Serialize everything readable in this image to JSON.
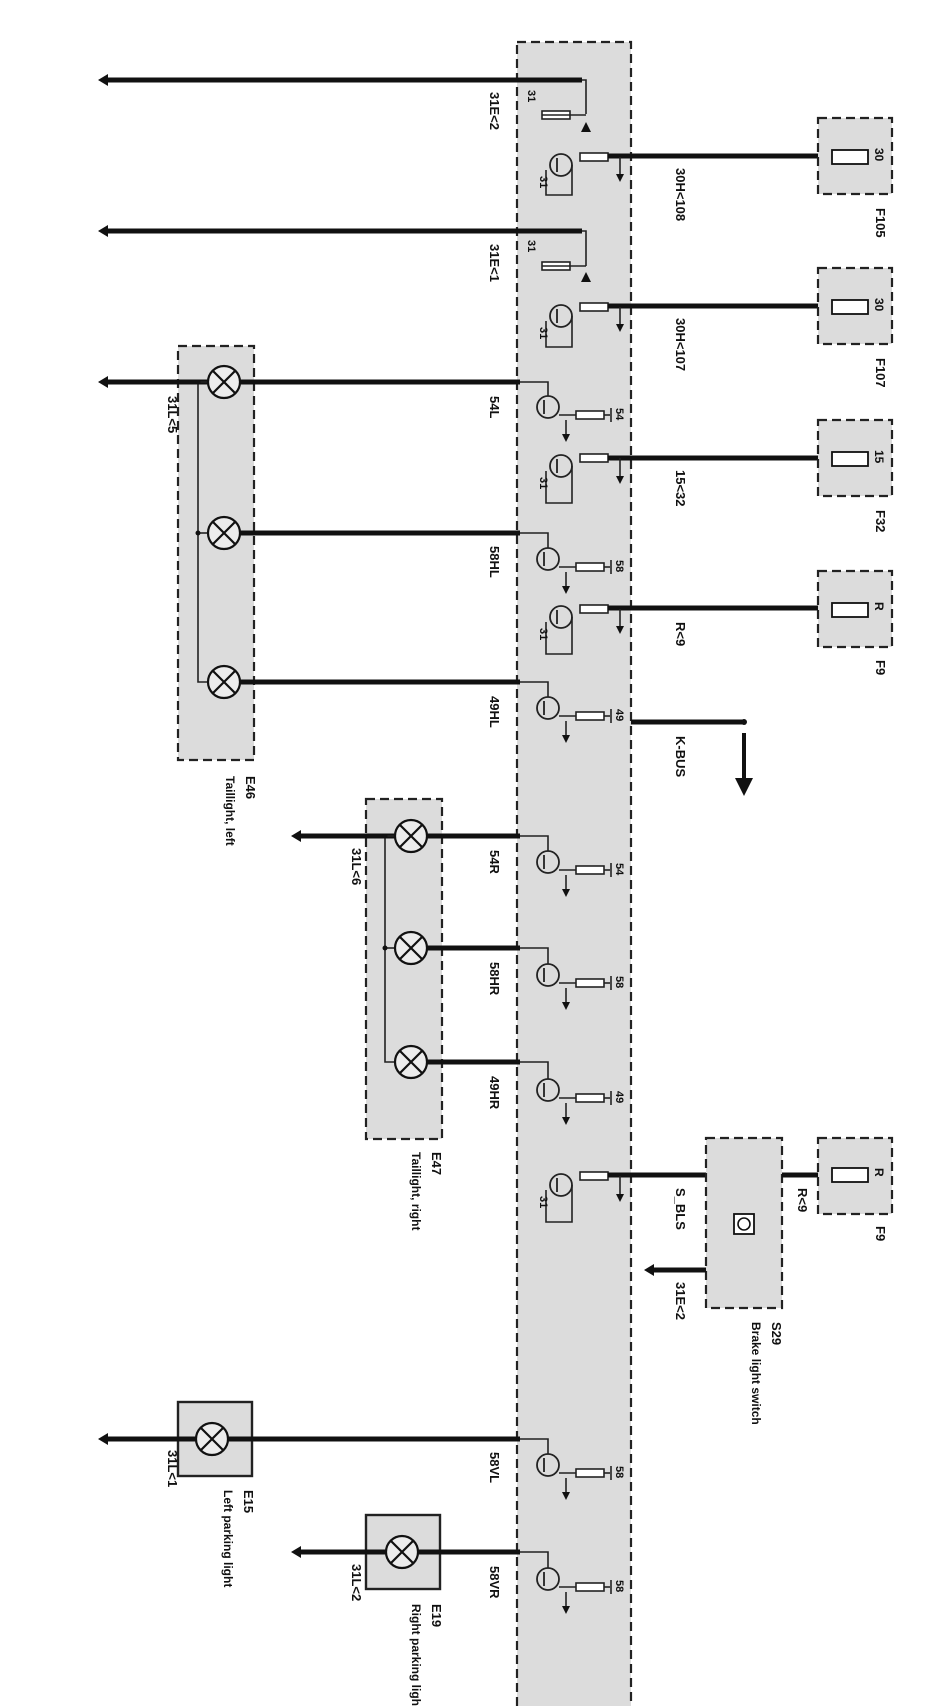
{
  "diagram": {
    "ground_labels": {
      "g1": "31E<2",
      "g2": "31E<1",
      "g3": "31L<5",
      "g4": "31L<6",
      "g5": "31L<1",
      "g6": "31L<2",
      "g7": "31E<2"
    },
    "wire_labels": {
      "w_30h108": "30H<108",
      "w_30h107": "30H<107",
      "w_15_32": "15<32",
      "w_r9": "R<9",
      "w_kbus": "K-BUS",
      "w_sbls": "S_BLS",
      "w_r9b": "R<9",
      "w_54l": "54L",
      "w_58hl": "58HL",
      "w_49hl": "49HL",
      "w_54r": "54R",
      "w_58hr": "58HR",
      "w_49hr": "49HR",
      "w_58vl": "58VL",
      "w_58vr": "58VR"
    },
    "pin_labels": {
      "p1": "31",
      "p2": "31",
      "p3": "31",
      "p4": "31",
      "p5": "31",
      "p6": "31",
      "p7": "31",
      "p8": "54",
      "p9": "58",
      "p10": "49",
      "p11": "54",
      "p12": "58",
      "p13": "49",
      "p14": "58",
      "p15": "58"
    },
    "fuses": {
      "f105": {
        "pin": "30",
        "id": "F105"
      },
      "f107": {
        "pin": "30",
        "id": "F107"
      },
      "f32": {
        "pin": "15",
        "id": "F32"
      },
      "f9a": {
        "pin": "R",
        "id": "F9"
      },
      "f9b": {
        "pin": "R",
        "id": "F9"
      }
    },
    "components": {
      "e46": {
        "id": "E46",
        "name": "Taillight, left"
      },
      "e47": {
        "id": "E47",
        "name": "Taillight, right"
      },
      "e15": {
        "id": "E15",
        "name": "Left parking light"
      },
      "e19": {
        "id": "E19",
        "name": "Right parking light"
      },
      "s29": {
        "id": "S29",
        "name": "Brake light switch"
      }
    }
  }
}
